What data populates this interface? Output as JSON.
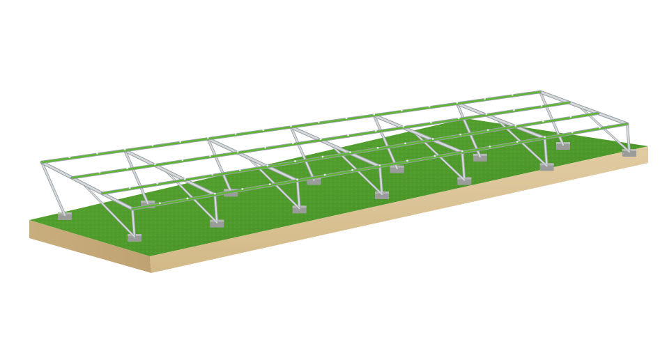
{
  "scene": {
    "subject": "ground-mount-solar-racking",
    "colors": {
      "background": "#ffffff",
      "grass": "#4e9a2c",
      "grass_dark": "#3f8423",
      "soil_front": "#dcc59a",
      "soil_side": "#c8ac7a",
      "aluminum": "#d6dadc",
      "aluminum_shadow": "#9aa1a5",
      "rail_green": "#5cb82e",
      "concrete": "#9a9c9a"
    },
    "structure": {
      "rails": 4,
      "frames": 7,
      "ballast_blocks": 14
    }
  }
}
